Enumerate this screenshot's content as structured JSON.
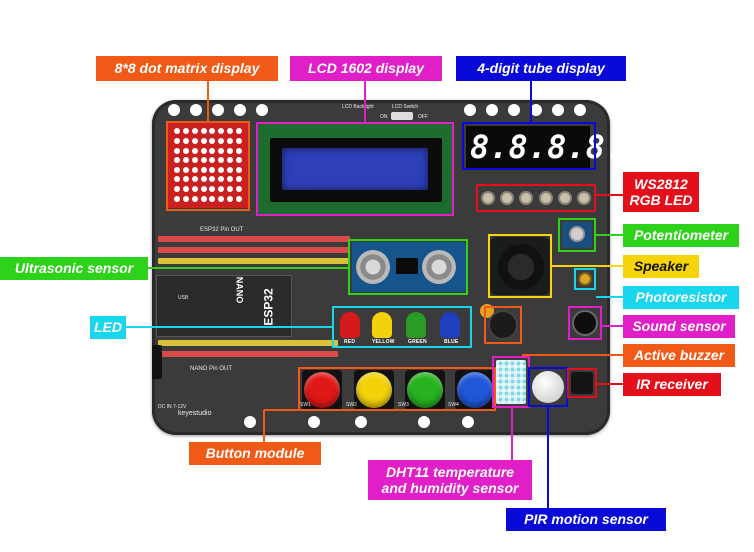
{
  "image": {
    "callouts": {
      "matrix": "8*8 dot matrix display",
      "lcd": "LCD 1602 display",
      "tube": "4-digit tube display",
      "ws2812_l1": "WS2812",
      "ws2812_l2": "RGB LED",
      "potentiometer": "Potentiometer",
      "ultrasonic": "Ultrasonic sensor",
      "speaker": "Speaker",
      "photoresistor": "Photoresistor",
      "led": "LED",
      "sound": "Sound sensor",
      "buzzer": "Active buzzer",
      "ir": "IR receiver",
      "button": "Button module",
      "dht_l1": "DHT11 temperature",
      "dht_l2": "and humidity sensor",
      "pir": "PIR motion sensor"
    },
    "board_text": {
      "esp32_pin_out": "ESP32 Pin OUT",
      "nano_pin_out": "NANO Pin OUT",
      "esp32": "ESP32",
      "nano": "NANO",
      "usb": "USB",
      "brand": "keyestudio",
      "lcd_backlight": "LCD Backlight",
      "lcd_switch": "LCD Switch",
      "on": "ON",
      "off": "OFF",
      "dc_in": "DC IN 7-12V",
      "led_red": "RED",
      "led_yellow": "YELLOW",
      "led_green": "GREEN",
      "led_blue": "BLUE",
      "sw1": "SW1",
      "sw2": "SW2",
      "sw3": "SW3",
      "sw4": "SW4",
      "tube_digits": [
        "8.",
        "8.",
        "8.",
        "8."
      ]
    },
    "colors": {
      "orange": "#f05a16",
      "magenta": "#e01fc8",
      "blue": "#0a0ad8",
      "red": "#e3101b",
      "green": "#2ed21a",
      "yellow": "#f5d40a",
      "cyan": "#18d6ee",
      "board": "#3b3b3b"
    }
  }
}
